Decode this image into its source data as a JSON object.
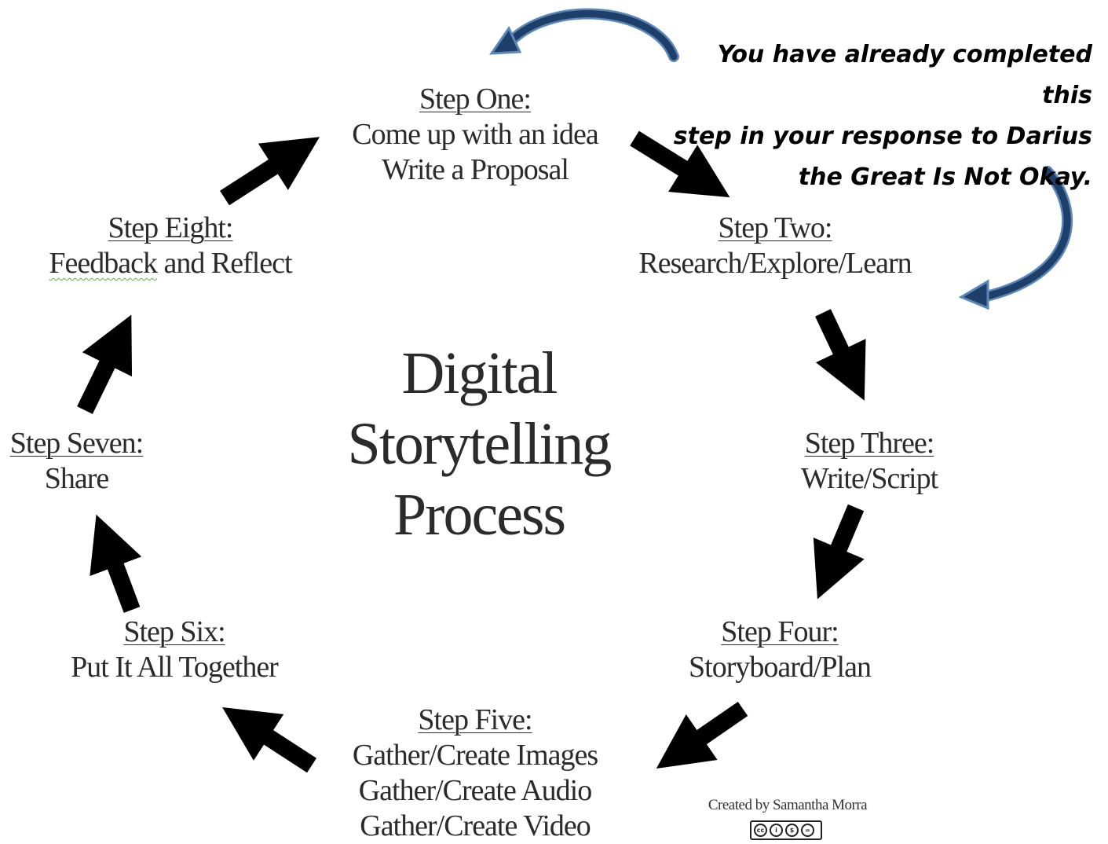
{
  "diagram": {
    "title_lines": [
      "Digital",
      "Storytelling",
      "Process"
    ],
    "steps": [
      {
        "title": "Step One:",
        "lines": [
          "Come up with an idea",
          "Write a Proposal"
        ]
      },
      {
        "title": "Step Two:",
        "lines": [
          "Research/Explore/Learn"
        ]
      },
      {
        "title": "Step Three:",
        "lines": [
          "Write/Script"
        ]
      },
      {
        "title": "Step Four:",
        "lines": [
          "Storyboard/Plan"
        ]
      },
      {
        "title": "Step Five:",
        "lines": [
          "Gather/Create Images",
          "Gather/Create Audio",
          "Gather/Create Video"
        ]
      },
      {
        "title": "Step Six:",
        "lines": [
          "Put It All Together"
        ]
      },
      {
        "title": "Step Seven:",
        "lines": [
          "Share"
        ]
      },
      {
        "title": "Step Eight:",
        "lines": [
          "Feedback",
          "and Reflect"
        ]
      }
    ],
    "note_lines": [
      "You have already completed this",
      "step in your response to Darius",
      "the Great Is Not Okay."
    ],
    "credit": "Created by Samantha Morra",
    "license_badge": [
      "cc",
      "i",
      "$",
      "="
    ]
  },
  "colors": {
    "text": "#2b2b2b",
    "arrow": "#000000",
    "curved_arrow_fill": "#1f3f6b",
    "curved_arrow_outline": "#5b86b8",
    "spellcheck_squiggle": "#6aa84f"
  }
}
